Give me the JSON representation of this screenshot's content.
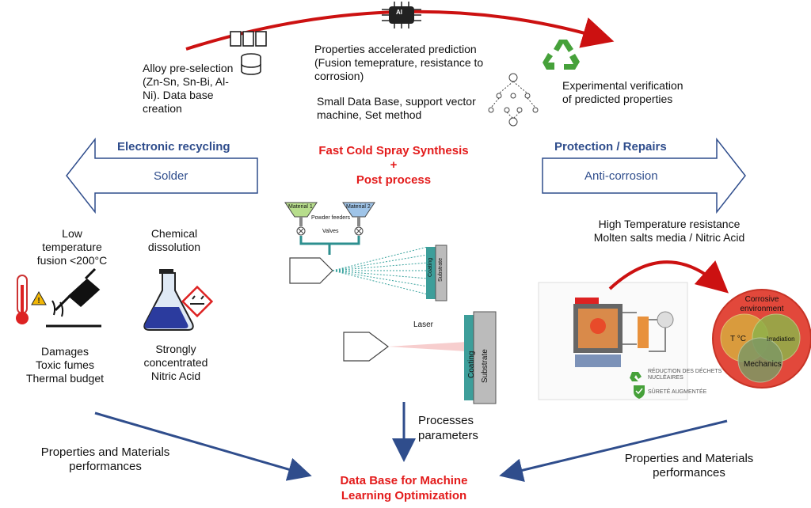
{
  "top": {
    "alloy": "Alloy pre-selection\n(Zn-Sn, Sn-Bi, Al-\nNi). Data base\ncreation",
    "prediction": "Properties accelerated prediction\n(Fusion temeprature, resistance to\ncorrosion)",
    "small_db": "Small Data Base, support vector\nmachine, Set method",
    "experimental": "Experimental verification\nof predicted properties",
    "ai_label": "AI"
  },
  "center": {
    "title_line1": "Fast Cold Spray Synthesis",
    "plus": "+",
    "title_line2": "Post process",
    "material1": "Material 1",
    "material2": "Material 2",
    "powder_feeders": "Powder feeders",
    "valves": "Valves",
    "coating": "Coating",
    "substrate": "Substrate",
    "laser": "Laser",
    "processes": "Processes\nparameters",
    "database": "Data Base for Machine\nLearning Optimization"
  },
  "left": {
    "heading": "Electronic recycling",
    "arrow_label": "Solder",
    "low_temp": "Low\ntemperature\nfusion <200°C",
    "chemical": "Chemical\ndissolution",
    "damages": "Damages\nToxic fumes\nThermal budget",
    "strongly": "Strongly\nconcentrated\nNitric Acid",
    "properties": "Properties and Materials\nperformances"
  },
  "right": {
    "heading": "Protection / Repairs",
    "arrow_label": "Anti-corrosion",
    "high_temp": "High Temperature resistance\nMolten salts media / Nitric Acid",
    "corrosive": "Corrosive\nenvironment",
    "temp": "T °C",
    "irradiation": "Irradiation",
    "mechanics": "Mechanics",
    "reduction": "RÉDUCTION DES DÉCHETS\nNUCLÉAIRES",
    "surete": "SÛRETÉ AUGMENTÉE",
    "properties": "Properties and Materials\nperformances"
  },
  "colors": {
    "red": "#e31b1b",
    "blue": "#2f4d8c",
    "green": "#46a13a"
  }
}
